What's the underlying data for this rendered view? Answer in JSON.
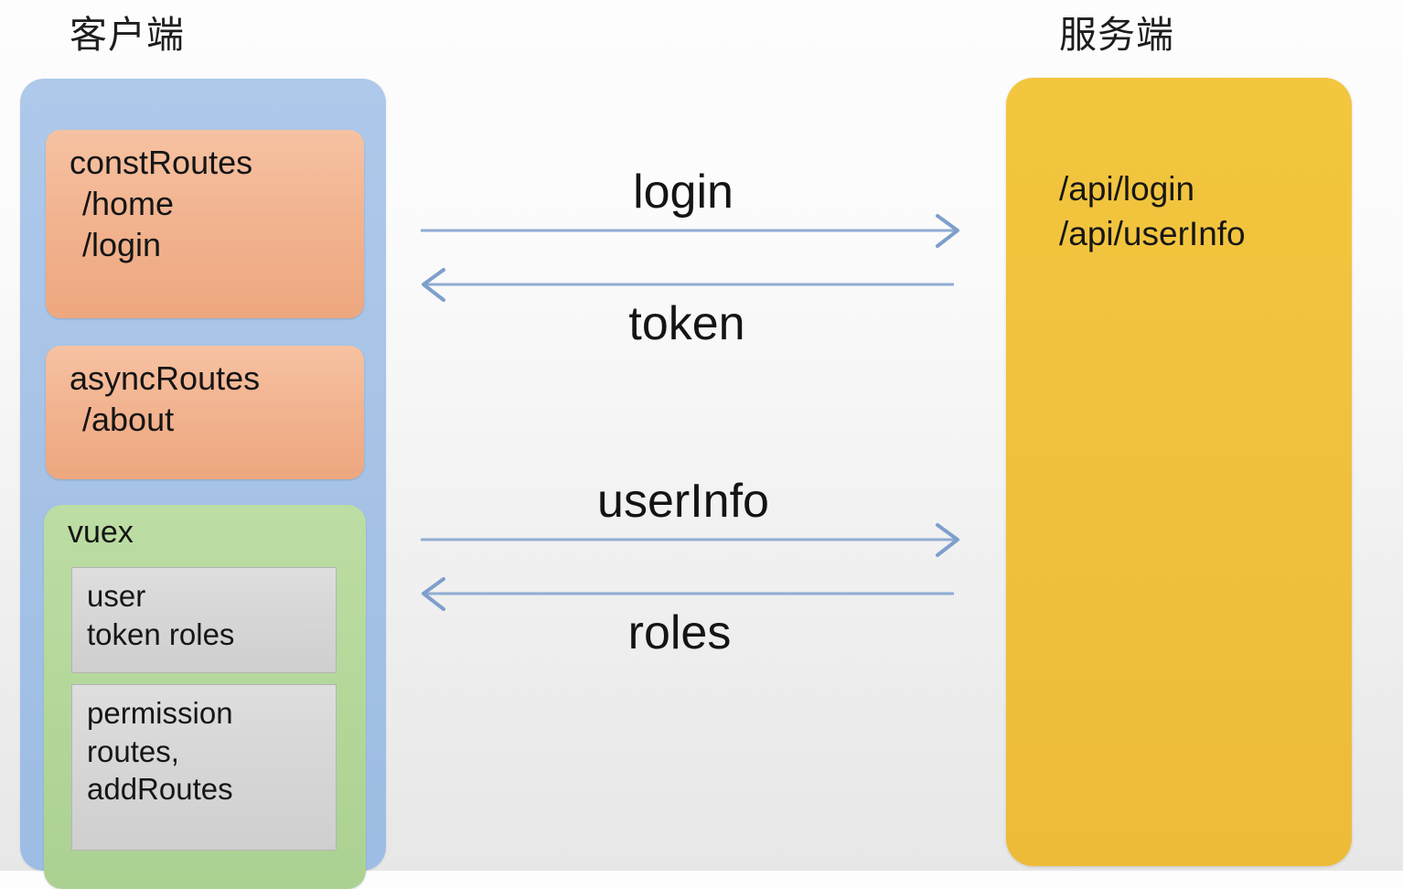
{
  "diagram": {
    "title_client": "客户端",
    "title_server": "服务端",
    "colors": {
      "client_container": "#a5c2e6",
      "route_box": "#f2b38f",
      "vuex_box": "#b3d799",
      "store_module": "#d6d6d6",
      "server_container": "#f0c03c",
      "arrow": "#8aa8d0",
      "background_top": "#fdfdfe",
      "background_bottom": "#e7e7e7"
    }
  },
  "client": {
    "const_routes": {
      "title": "constRoutes",
      "routes": [
        "/home",
        "/login"
      ]
    },
    "async_routes": {
      "title": "asyncRoutes",
      "routes": [
        "/about"
      ]
    },
    "vuex": {
      "title": "vuex",
      "modules": [
        {
          "lines": [
            "user",
            "token   roles"
          ]
        },
        {
          "lines": [
            "permission",
            "routes,",
            "addRoutes"
          ]
        }
      ]
    }
  },
  "server": {
    "endpoints": [
      "/api/login",
      "/api/userInfo"
    ]
  },
  "flows": [
    {
      "id": "login",
      "request_label": "login",
      "response_label": "token"
    },
    {
      "id": "userInfo",
      "request_label": "userInfo",
      "response_label": "roles"
    }
  ]
}
